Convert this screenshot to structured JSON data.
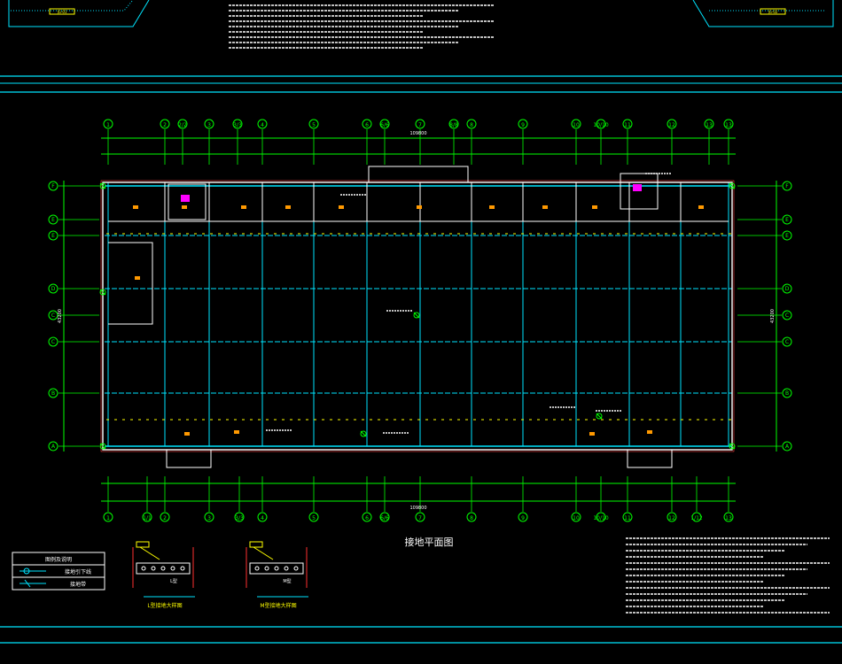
{
  "drawing": {
    "title": "接地平面图",
    "colors": {
      "background": "#000000",
      "grid": "#00e5ff",
      "wall": "#ffffff",
      "dimension": "#00ff00",
      "note": "#ffffff",
      "magenta": "#ff00ff",
      "yellow": "#ffff00",
      "orange": "#ff9900"
    }
  },
  "axes": {
    "top_labels": [
      "1",
      "2",
      "2/2",
      "3",
      "3/3",
      "4",
      "5",
      "6",
      "6/6",
      "7",
      "8/8",
      "8",
      "9",
      "10",
      "10/10",
      "11",
      "12",
      "13",
      "13"
    ],
    "bottom_labels": [
      "1",
      "1/1",
      "2",
      "3",
      "3/3",
      "4",
      "5",
      "6",
      "6/6",
      "7",
      "8",
      "9",
      "10",
      "10/10",
      "11",
      "12",
      "1/12",
      "13"
    ],
    "left_labels": [
      "F",
      "E",
      "E",
      "D",
      "C",
      "C",
      "B",
      "A"
    ],
    "right_labels": [
      "F",
      "E",
      "E",
      "D",
      "C",
      "C",
      "B",
      "A"
    ],
    "left_total_dim": "43200",
    "right_total_dim": "43200",
    "top_total_dim": "109800",
    "bottom_total_dim": "109800"
  },
  "legend": {
    "title": "图例及说明",
    "rows": [
      {
        "icon": "ground-terminal-icon",
        "text": "接地引下线"
      },
      {
        "icon": "ground-strip-icon",
        "text": "接地带"
      }
    ]
  },
  "details": [
    {
      "caption": "L型接地大样图",
      "tag": "L型"
    },
    {
      "caption": "M型接地大样图",
      "tag": "M型"
    }
  ],
  "title_blocks": {
    "left": "JG-01",
    "right": "JG-02"
  }
}
